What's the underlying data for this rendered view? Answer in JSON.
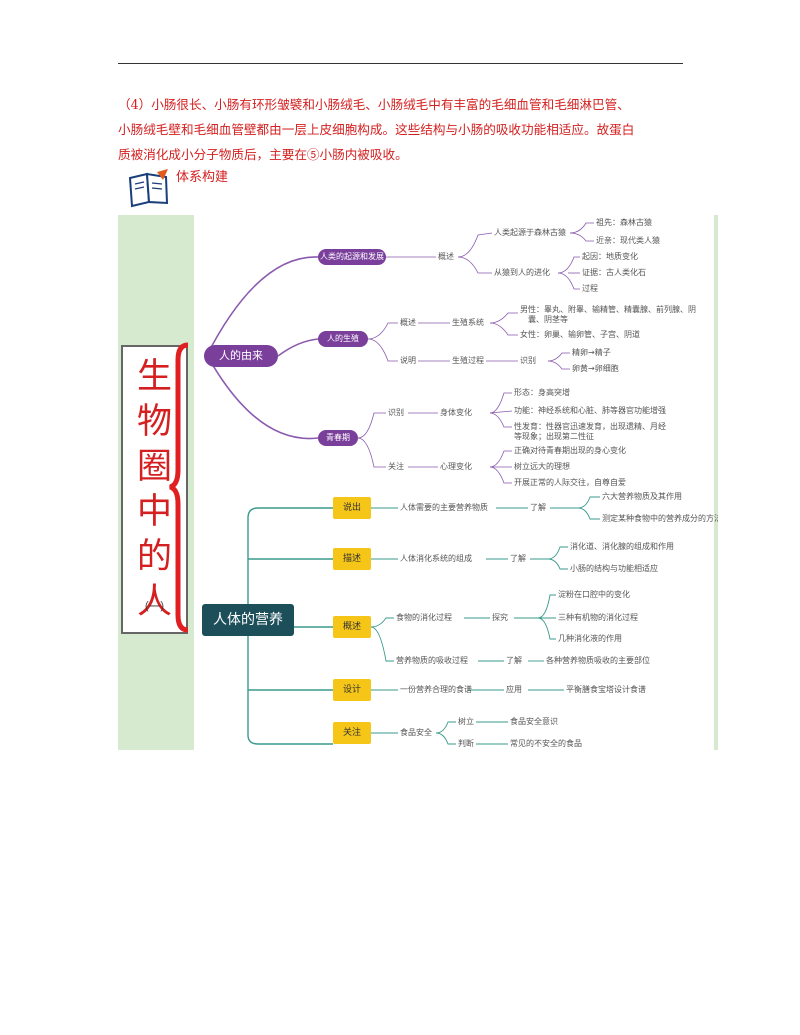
{
  "paragraph": {
    "lines": [
      "（4）小肠很长、小肠有环形皱襞和小肠绒毛、小肠绒毛中有丰富的毛细血管和毛细淋巴管、",
      "小肠绒毛壁和毛细血管壁都由一层上皮细胞构成。这些结构与小肠的吸收功能相适应。故蛋白",
      "质被消化成小分子物质后，主要在⑤小肠内被吸收。"
    ]
  },
  "section_title": "体系构建",
  "mindmap": {
    "vertical_title": [
      "生",
      "物",
      "圈",
      "中",
      "的",
      "人"
    ],
    "vertical_subtitle": "（一）",
    "branch1": {
      "root": "人的由来",
      "origin": {
        "label": "人类的起源和发展",
        "overview": "概述",
        "n1": "人类起源于森林古猿",
        "n1a": "祖先：森林古猿",
        "n1b": "近亲：现代类人猿",
        "n2": "从猿到人的进化",
        "n2a": "起因：地质变化",
        "n2b": "证据：古人类化石",
        "n2c": "过程"
      },
      "reproduction": {
        "label": "人的生殖",
        "overview": "概述",
        "system": "生殖系统",
        "male": "男性：睾丸、附睾、输精管、精囊腺、前列腺、阴",
        "male2": "囊、阴茎等",
        "female": "女性：卵巢、输卵管、子宫、阴道",
        "explain": "说明",
        "process": "生殖过程",
        "identify": "识别",
        "p1": "精卵→精子",
        "p2": "卵黄→卵细胞"
      },
      "puberty": {
        "label": "青春期",
        "identify": "识别",
        "body_change": "身体变化",
        "b1": "形态：身高突增",
        "b2": "功能：神经系统和心脏、肺等器官功能增强",
        "b3": "性发育：性器官迅速发育，出现遗精、月经",
        "b3b": "等现象；出现第二性征",
        "attention": "关注",
        "mind_change": "心理变化",
        "m1": "正确对待青春期出现的身心变化",
        "m2": "树立远大的理想",
        "m3": "开展正常的人际交往，自尊自爱"
      }
    },
    "branch2": {
      "root": "人体的营养",
      "items": [
        {
          "tag": "说出",
          "text": "人体需要的主要营养物质",
          "verb": "了解",
          "r1": "六大营养物质及其作用",
          "r2": "测定某种食物中的营养成分的方法"
        },
        {
          "tag": "描述",
          "text": "人体消化系统的组成",
          "verb": "了解",
          "r1": "消化道、消化腺的组成和作用",
          "r2": "小肠的结构与功能相适应"
        },
        {
          "tag": "概述",
          "text": "食物的消化过程",
          "verb": "探究",
          "r1": "淀粉在口腔中的变化",
          "r2": "三种有机物的消化过程",
          "r3": "几种消化液的作用",
          "text2": "营养物质的吸收过程",
          "verb2": "了解",
          "r4": "各种营养物质吸收的主要部位"
        },
        {
          "tag": "设计",
          "text": "一份营养合理的食谱",
          "verb": "应用",
          "r1": "平衡膳食宝塔设计食谱"
        },
        {
          "tag": "关注",
          "text": "食品安全",
          "verb": "树立",
          "r1": "食品安全意识",
          "verb2": "判断",
          "r2": "常见的不安全的食品"
        }
      ]
    }
  }
}
